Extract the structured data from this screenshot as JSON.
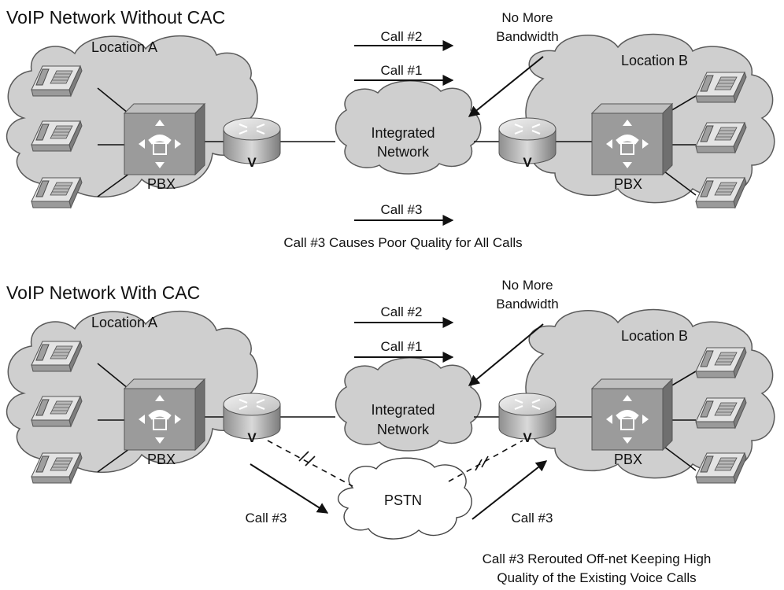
{
  "top": {
    "title": "VoIP Network Without CAC",
    "location_a": "Location A",
    "location_b": "Location B",
    "pbx_a": "PBX",
    "pbx_b": "PBX",
    "router_a": "V",
    "router_b": "V",
    "network": [
      "Integrated",
      "Network"
    ],
    "calls": [
      "Call #2",
      "Call #1",
      "Call #3"
    ],
    "note": [
      "No More",
      "Bandwidth"
    ],
    "caption": "Call #3 Causes Poor Quality for All Calls"
  },
  "bottom": {
    "title": "VoIP Network With CAC",
    "location_a": "Location A",
    "location_b": "Location B",
    "pbx_a": "PBX",
    "pbx_b": "PBX",
    "router_a": "V",
    "router_b": "V",
    "network": [
      "Integrated",
      "Network"
    ],
    "pstn": "PSTN",
    "calls": [
      "Call #2",
      "Call #1"
    ],
    "call3_left": "Call #3",
    "call3_right": "Call #3",
    "note": [
      "No More",
      "Bandwidth"
    ],
    "caption": [
      "Call #3 Rerouted Off-net Keeping High",
      "Quality of the Existing Voice Calls"
    ]
  }
}
